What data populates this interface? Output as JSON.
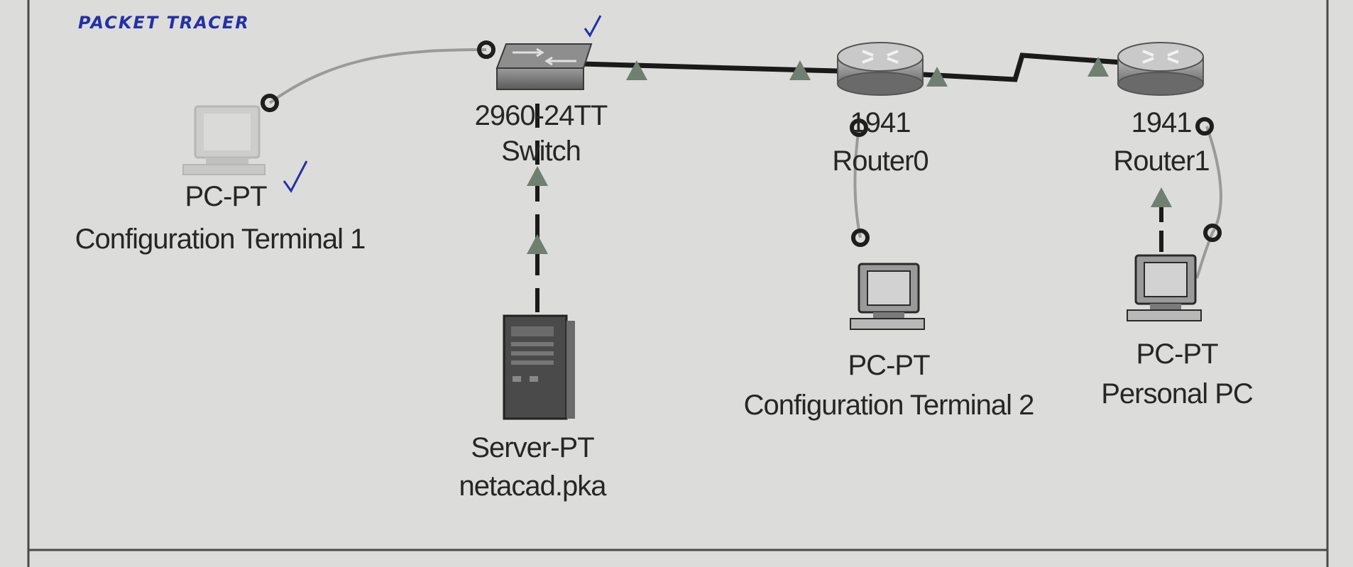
{
  "header": {
    "handwritten_title": "PACKET TRACER"
  },
  "devices": {
    "pc1": {
      "model": "PC-PT",
      "name": "Configuration Terminal 1"
    },
    "switch": {
      "model": "2960-24TT",
      "name": "Switch"
    },
    "server": {
      "model": "Server-PT",
      "name": "netacad.pka"
    },
    "router0": {
      "model": "1941",
      "name": "Router0"
    },
    "router1": {
      "model": "1941",
      "name": "Router1"
    },
    "pc2": {
      "model": "PC-PT",
      "name": "Configuration Terminal 2"
    },
    "pc3": {
      "model": "PC-PT",
      "name": "Personal PC"
    }
  },
  "links": [
    {
      "from": "pc1",
      "to": "switch",
      "type": "console"
    },
    {
      "from": "switch",
      "to": "router0",
      "type": "copper-straight"
    },
    {
      "from": "server",
      "to": "switch",
      "type": "copper-straight"
    },
    {
      "from": "router0",
      "to": "router1",
      "type": "serial"
    },
    {
      "from": "router0",
      "to": "pc2",
      "type": "console"
    },
    {
      "from": "pc3",
      "to": "router1",
      "type": "copper-straight"
    },
    {
      "from": "router1",
      "to": "pc3",
      "type": "console"
    }
  ],
  "colors": {
    "background": "#dcdcda",
    "link_up": "#6f6f6f",
    "console": "#9a9a98",
    "annotation_ink": "#2330a8"
  },
  "annotations": {
    "checkmarks": [
      "pc1",
      "switch"
    ]
  }
}
